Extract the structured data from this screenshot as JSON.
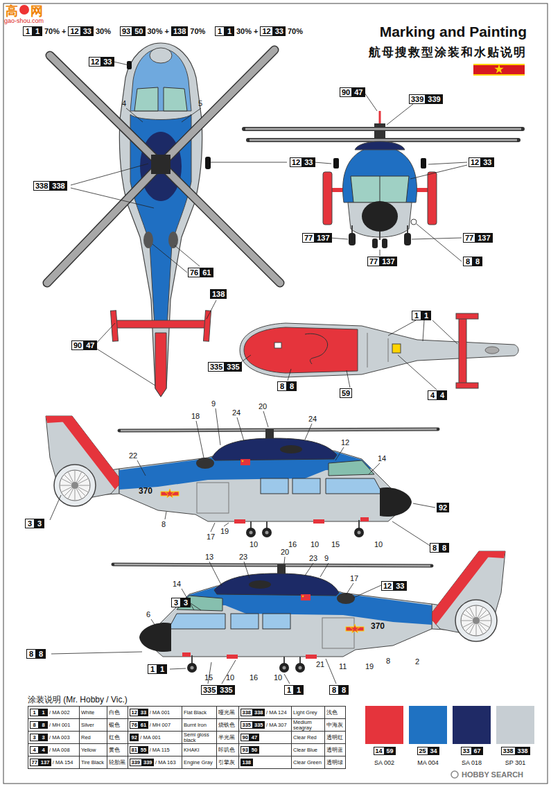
{
  "diagram": {
    "title": "Marking and Painting",
    "labels": [
      "高",
      "网",
      "gao-shou.com",
      "航母搜救型涂装和水贴说明",
      "1",
      "1",
      "70%",
      "+",
      "12",
      "33",
      "30%",
      "93",
      "50",
      "30%",
      "+",
      "138",
      "70%",
      "1",
      "1",
      "30%",
      "+",
      "12",
      "33",
      "70%",
      "12",
      "33",
      "4",
      "5",
      "338",
      "338",
      "12",
      "33",
      "76",
      "61",
      "138",
      "90",
      "47",
      "90",
      "47",
      "339",
      "339",
      "12",
      "33",
      "77",
      "137",
      "77",
      "137",
      "77",
      "137",
      "8",
      "8",
      "1",
      "1",
      "335",
      "335",
      "8",
      "8",
      "59",
      "4",
      "4",
      "9",
      "20",
      "24",
      "18",
      "24",
      "12",
      "22",
      "14",
      "370",
      "8",
      "17",
      "19",
      "10",
      "16",
      "10",
      "15",
      "10",
      "92",
      "8",
      "8",
      "3",
      "3",
      "13",
      "20",
      "23",
      "9",
      "23",
      "14",
      "17",
      "12",
      "33",
      "3",
      "3",
      "6",
      "370",
      "8",
      "8",
      "1",
      "1",
      "15",
      "10",
      "16",
      "10",
      "21",
      "11",
      "19",
      "8",
      "2",
      "335",
      "335",
      "1",
      "1",
      "8",
      "8",
      "涂装说明 (Mr. Hobby / Vic.)",
      "1",
      "1",
      "/ MA 002",
      "White",
      "白色",
      "12",
      "33",
      "/ MA 001",
      "Flat Black",
      "哑光黑",
      "338",
      "338",
      "/ MA 124",
      "Light Grey",
      "浅色",
      "8",
      "8",
      "/ MH 001",
      "Silver",
      "银色",
      "76",
      "61",
      "/ MH 007",
      "Burnt Iron",
      "烧铁色",
      "335",
      "335",
      "/ MA 307",
      "Medium seagray",
      "中海灰",
      "3",
      "3",
      "/ MA 003",
      "Red",
      "红色",
      "92",
      "/ MA 001",
      "Semi gloss black",
      "半光黑",
      "90",
      "47",
      "Clear Red",
      "透明红",
      "4",
      "4",
      "/ MA 008",
      "Yellow",
      "黄色",
      "81",
      "55",
      "/ MA 115",
      "KHAKI",
      "咔叽色",
      "93",
      "50",
      "Clear Blue",
      "透明蓝",
      "77",
      "137",
      "/ MA 154",
      "Tire Black",
      "轮胎黑",
      "339",
      "339",
      "/ MA 163",
      "Engine Gray",
      "引擎灰",
      "138",
      "Clear Green",
      "透明绿",
      "14",
      "59",
      "25",
      "34",
      "33",
      "67",
      "338",
      "338",
      "HOBBY SEARCH"
    ],
    "legend": [
      {
        "text": "SA 002",
        "color": "#e5343c"
      },
      {
        "text": "MA 004",
        "color": "#1f72c2"
      },
      {
        "text": "SA 018",
        "color": "#1f2a66"
      },
      {
        "text": "SP 301",
        "color": "#c7ced3"
      }
    ]
  }
}
